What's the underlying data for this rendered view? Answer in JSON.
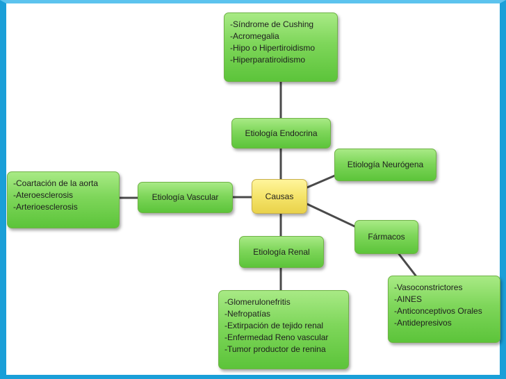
{
  "colors": {
    "frame": "#1a9fd8",
    "node_fill": "#7ed65a",
    "center_fill": "#f5e46a",
    "connector": "#4a4a4a"
  },
  "diagram": {
    "center": "Causas",
    "branches": {
      "endocrine": {
        "label": "Etiología Endocrina",
        "items": [
          "-Síndrome de Cushing",
          "-Acromegalia",
          "-Hipo o Hipertiroidismo",
          "-Hiperparatiroidismo"
        ]
      },
      "neurogenic": {
        "label": "Etiología Neurógena"
      },
      "vascular": {
        "label": "Etiología Vascular",
        "items": [
          "-Coartación de la aorta",
          "-Ateroesclerosis",
          "-Arterioesclerosis"
        ]
      },
      "renal": {
        "label": "Etiología Renal",
        "items": [
          "-Glomerulonefritis",
          "-Nefropatías",
          "-Extirpación de tejido renal",
          "-Enfermedad Reno vascular",
          "-Tumor productor de renina"
        ]
      },
      "drugs": {
        "label": "Fármacos",
        "items": [
          "-Vasoconstrictores",
          "-AINES",
          "-Anticonceptivos Orales",
          "-Antidepresivos"
        ]
      }
    }
  }
}
